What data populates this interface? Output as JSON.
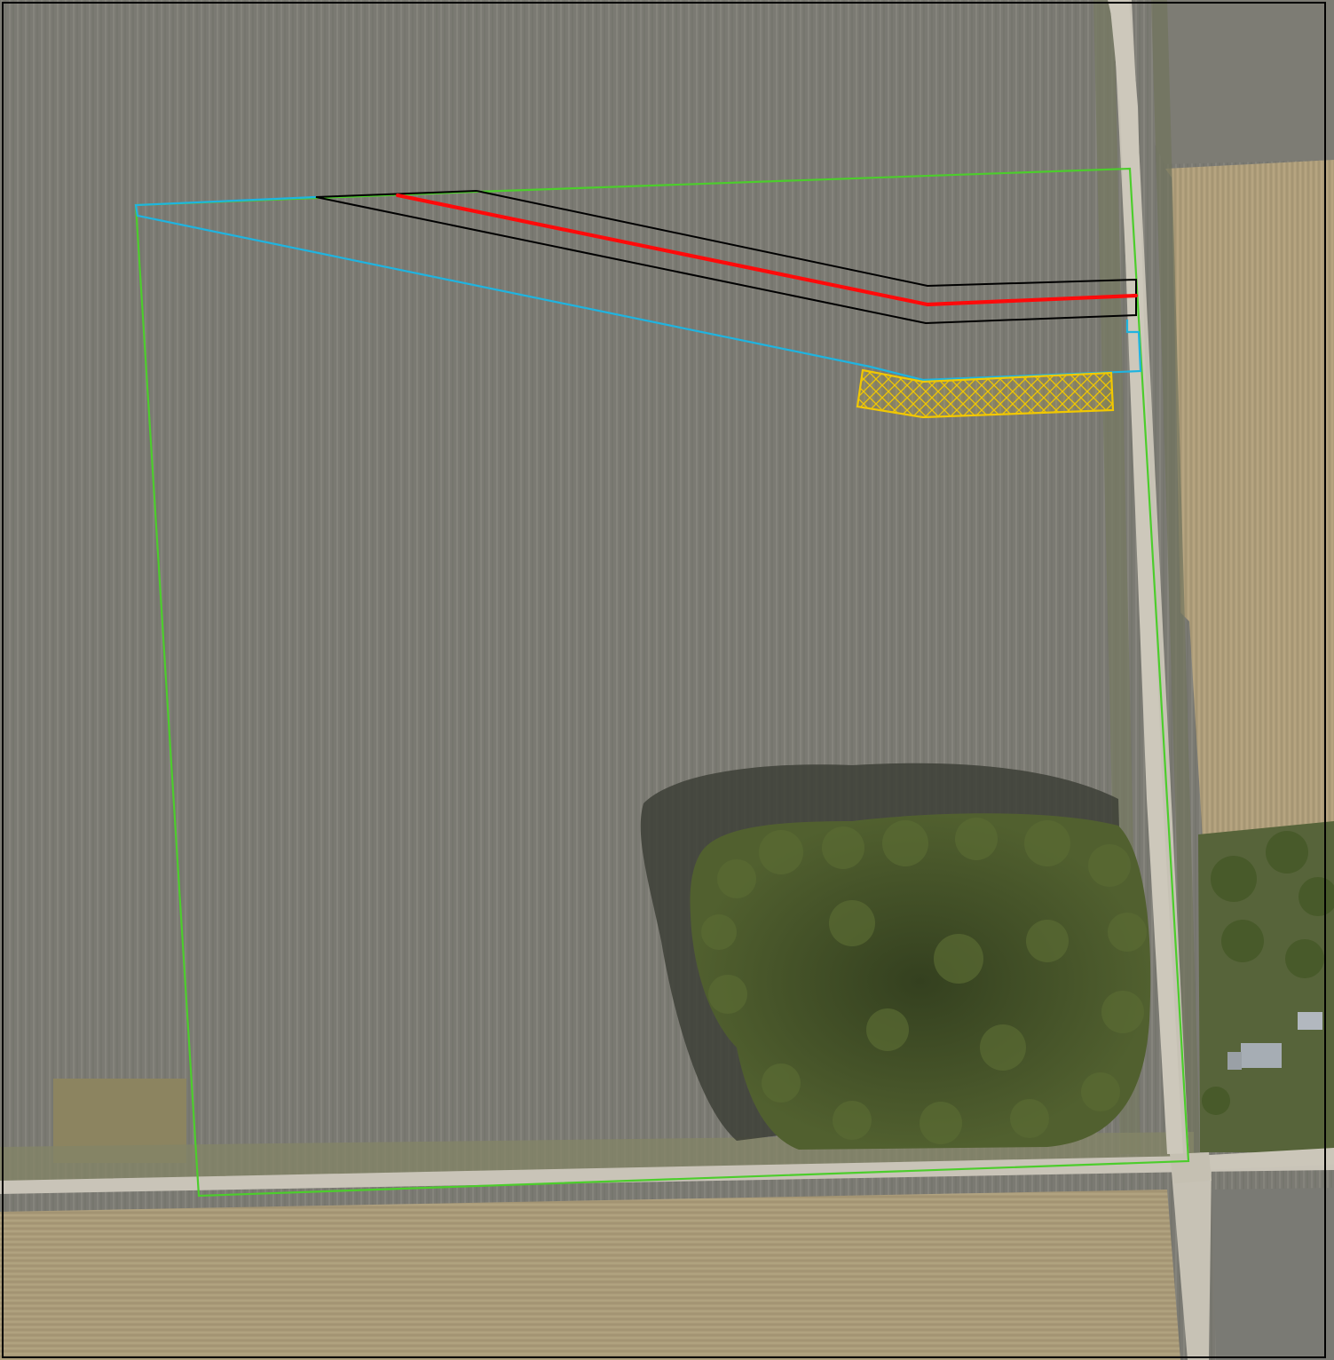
{
  "map": {
    "imagery": "aerial-orthophoto",
    "land_cover": [
      "tilled-field",
      "harvested-crop-field",
      "tree-stand",
      "farmstead",
      "gravel-road"
    ],
    "colors": {
      "tilled_field": "#7b7a73",
      "harvested_field": "#a99a78",
      "road": "#c9c4b8",
      "ditch": "#7c7f66",
      "trees": "#3e4a25",
      "tree_shadow": "#3d3f37",
      "parcel_boundary": "#4ccd2c",
      "corridor_boundary": "#1fb4e0",
      "centerline": "#ff0a0a",
      "easement_edges": "#000000",
      "hatched_area": "#f2c800",
      "frame": "#000000"
    },
    "overlays": [
      {
        "name": "parcel-boundary",
        "style": "polygon-outline"
      },
      {
        "name": "corridor-boundary",
        "style": "polyline"
      },
      {
        "name": "easement-strip",
        "style": "polygon-outline"
      },
      {
        "name": "centerline",
        "style": "polyline-bold"
      },
      {
        "name": "workspace-area",
        "style": "crosshatch-fill"
      }
    ]
  }
}
